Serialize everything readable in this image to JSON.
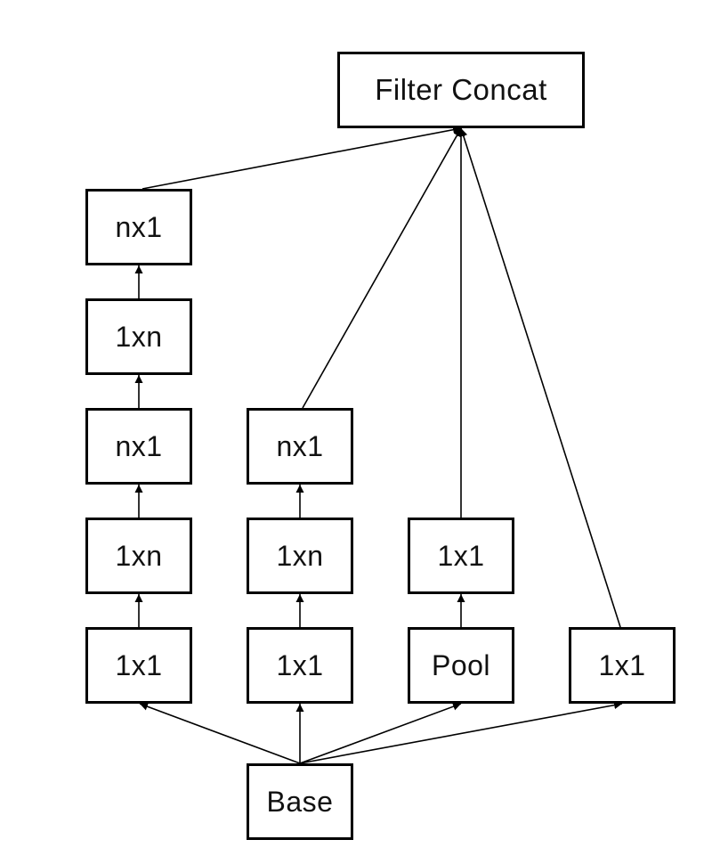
{
  "diagram": {
    "filter_concat": "Filter Concat",
    "base": "Base",
    "branch1": {
      "conv_1x1": "1x1",
      "conv_1xn_a": "1xn",
      "conv_nx1_a": "nx1",
      "conv_1xn_b": "1xn",
      "conv_nx1_b": "nx1"
    },
    "branch2": {
      "conv_1x1": "1x1",
      "conv_1xn": "1xn",
      "conv_nx1": "nx1"
    },
    "branch3": {
      "pool": "Pool",
      "conv_1x1": "1x1"
    },
    "branch4": {
      "conv_1x1": "1x1"
    },
    "edges": [
      [
        "base",
        "branch1.conv_1x1"
      ],
      [
        "base",
        "branch2.conv_1x1"
      ],
      [
        "base",
        "branch3.pool"
      ],
      [
        "base",
        "branch4.conv_1x1"
      ],
      [
        "branch1.conv_1x1",
        "branch1.conv_1xn_a"
      ],
      [
        "branch1.conv_1xn_a",
        "branch1.conv_nx1_a"
      ],
      [
        "branch1.conv_nx1_a",
        "branch1.conv_1xn_b"
      ],
      [
        "branch1.conv_1xn_b",
        "branch1.conv_nx1_b"
      ],
      [
        "branch1.conv_nx1_b",
        "filter_concat"
      ],
      [
        "branch2.conv_1x1",
        "branch2.conv_1xn"
      ],
      [
        "branch2.conv_1xn",
        "branch2.conv_nx1"
      ],
      [
        "branch2.conv_nx1",
        "filter_concat"
      ],
      [
        "branch3.pool",
        "branch3.conv_1x1"
      ],
      [
        "branch3.conv_1x1",
        "filter_concat"
      ],
      [
        "branch4.conv_1x1",
        "filter_concat"
      ]
    ]
  }
}
